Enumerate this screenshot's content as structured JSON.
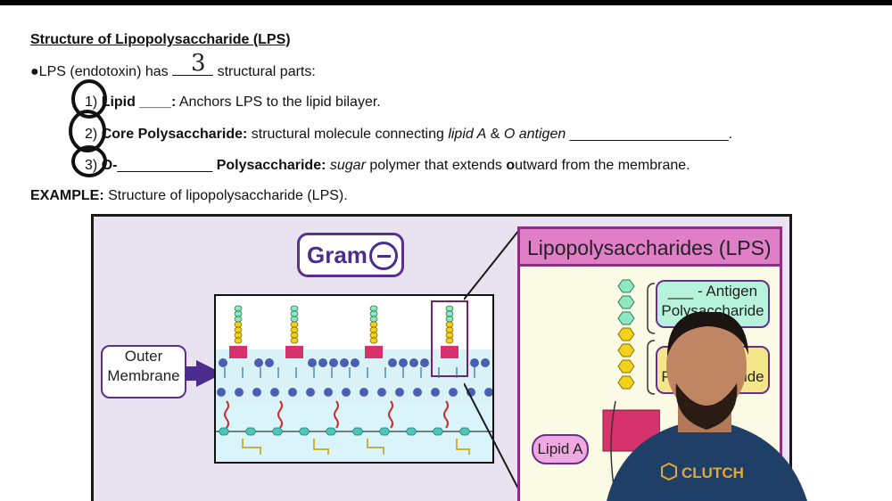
{
  "title": "Structure of Lipopolysaccharide (LPS)",
  "intro": {
    "bullet": "●",
    "prefix": "LPS (endotoxin) has",
    "handwritten": "3",
    "suffix": "structural parts:"
  },
  "parts": [
    {
      "num": "1)",
      "bold": "Lipid ____:",
      "rest": " Anchors LPS to the lipid bilayer."
    },
    {
      "num": "2)",
      "bold": "Core Polysaccharide:",
      "rest1": " structural molecule connecting ",
      "it1": "lipid A",
      "amp": " & ",
      "it2": "O antigen",
      "rest2": " ____________________."
    },
    {
      "num": "3)",
      "bold1": "O-",
      "blank": "____________",
      "bold2": " Polysaccharide:",
      "it": " sugar",
      "rest": " polymer that extends ",
      "o": "o",
      "rest2": "utward from the membrane."
    }
  ],
  "example": {
    "label": "EXAMPLE:",
    "text": " Structure of lipopolysaccharide (LPS)."
  },
  "figure": {
    "gram_label": "Gram",
    "outer_membrane": [
      "Outer",
      "Membrane"
    ],
    "panel_title": "Lipopolysaccharides (LPS)",
    "antigen_tag": [
      "___ - Antigen",
      "Polysaccharide"
    ],
    "core_tag": [
      "—",
      "Polysaccharide"
    ],
    "lipid_tag": "Lipid A",
    "brand": "CLUTCH",
    "colors": {
      "purple": "#4b2d8f",
      "pink": "#e07fc8",
      "green": "#8fe8c0",
      "yellow": "#f2d21b",
      "magenta": "#d6336c"
    }
  }
}
